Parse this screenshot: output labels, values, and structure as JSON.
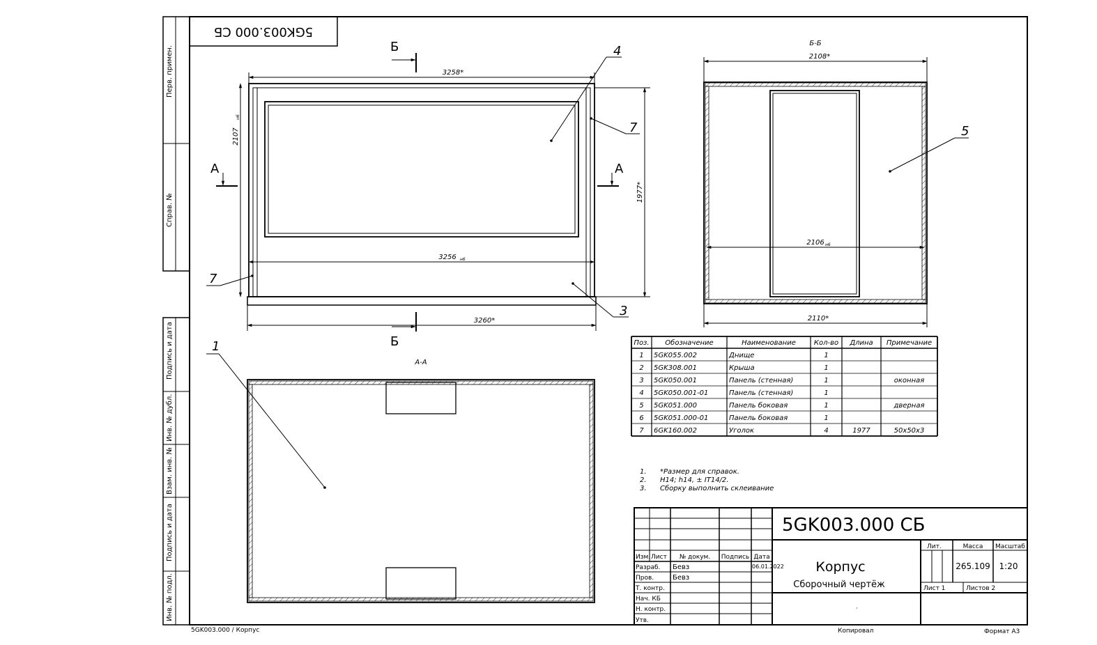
{
  "code_rotated": "5GK003.000  СБ",
  "sections": {
    "a_label": "А",
    "b_label": "Б",
    "aa_title": "А-А",
    "bb_title": "Б-Б"
  },
  "dims": {
    "top_width": "3258*",
    "inner_width": "3256",
    "bottom_width": "3260*",
    "left_height": "2107",
    "right_height": "1977*",
    "bb_top": "2108*",
    "bb_inner": "2106",
    "bb_bottom": "2110*",
    "tol": "н6"
  },
  "callouts": {
    "c1": "1",
    "c3": "3",
    "c4": "4",
    "c5": "5",
    "c7a": "7",
    "c7b": "7"
  },
  "spec": {
    "headers": [
      "Поз.",
      "Обозначение",
      "Наименование",
      "Кол-во",
      "Длина",
      "Примечание"
    ],
    "rows": [
      [
        "1",
        "5GK055.002",
        "Днище",
        "1",
        "",
        ""
      ],
      [
        "2",
        "5GK308.001",
        "Крыша",
        "1",
        "",
        ""
      ],
      [
        "3",
        "5GK050.001",
        "Панель (стенная)",
        "1",
        "",
        "оконная"
      ],
      [
        "4",
        "5GK050.001-01",
        "Панель (стенная)",
        "1",
        "",
        ""
      ],
      [
        "5",
        "5GK051.000",
        "Панель боковая",
        "1",
        "",
        "дверная"
      ],
      [
        "6",
        "5GK051.000-01",
        "Панель боковая",
        "1",
        "",
        ""
      ],
      [
        "7",
        "6GK160.002",
        "Уголок",
        "4",
        "1977",
        "50x50x3"
      ]
    ]
  },
  "notes": [
    {
      "n": "1.",
      "t": "*Размер для справок."
    },
    {
      "n": "2.",
      "t": "H14; h14, ± IT14/2."
    },
    {
      "n": "3.",
      "t": "Сборку выполнить склеивание"
    }
  ],
  "left_strip": {
    "top": [
      "Перв. примен.",
      "Справ. №"
    ],
    "bottom": [
      "Подпись и дата",
      "Инв. № дубл.",
      "Взам. инв. №",
      "Подпись и дата",
      "Инв. № подл."
    ]
  },
  "title_block": {
    "code": "5GK003.000   СБ",
    "name": "Корпус",
    "subtitle": "Сборочный чертёж",
    "hdr": [
      "Изм.",
      "Лист",
      "№ докум.",
      "Подпись",
      "Дата"
    ],
    "roles": [
      "Разраб.",
      "Пров.",
      "Т. контр.",
      "Нач. КБ",
      "Н. контр.",
      "Утв."
    ],
    "developer": "Бевз",
    "checker": "Бевз",
    "date": "06.01.2022",
    "lit_label": "Лит.",
    "mass_label": "Масса",
    "scale_label": "Масштаб",
    "mass": "265.109",
    "scale": "1:20",
    "sheet": "Лист 1",
    "sheets": "Листов 2",
    "dot": "·"
  },
  "footer": {
    "left": "5GK003.000 / Корпус",
    "copied": "Копировал",
    "format": "Формат А3"
  }
}
